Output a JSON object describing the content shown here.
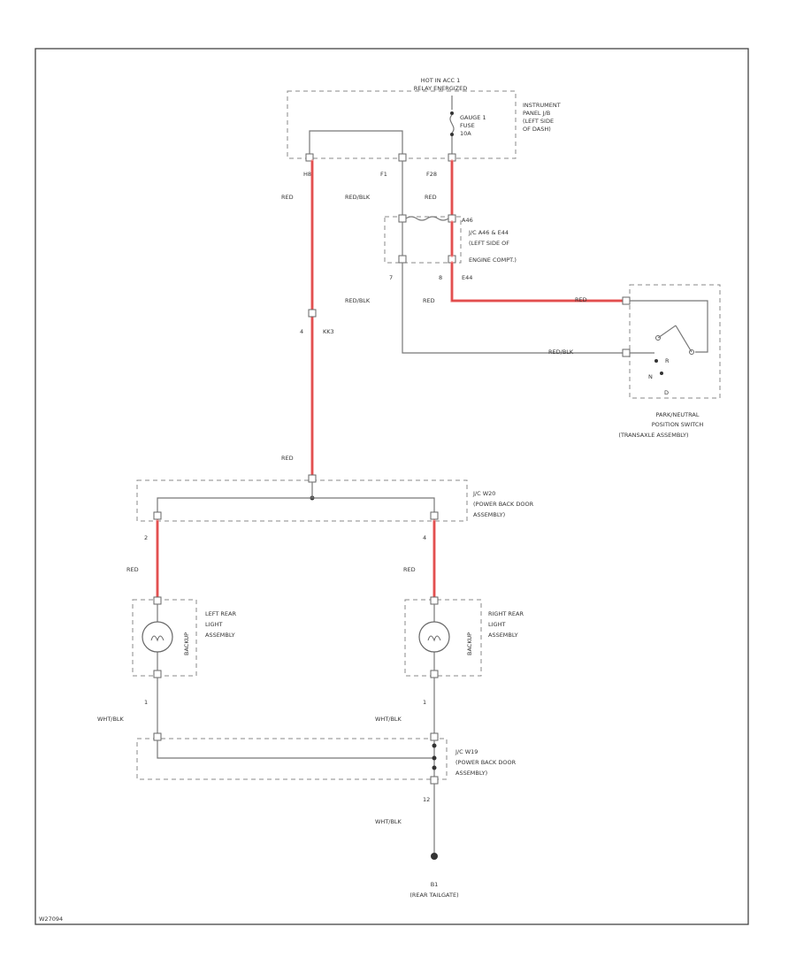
{
  "fuse_block": {
    "line1": "HOT IN ACC 1",
    "line2": "RELAY ENERGIZED",
    "location": [
      "INSTRUMENT",
      "PANEL J/B",
      "(LEFT SIDE",
      "OF DASH)"
    ],
    "fuse": [
      "GAUGE 1",
      "FUSE",
      "10A"
    ]
  },
  "pins": {
    "h8": "H8",
    "f1": "F1",
    "f28": "F28",
    "jc_top": "A46",
    "jc_7": "7",
    "jc_8": "8",
    "e44": "E44",
    "c4": "4",
    "k43": "KK3",
    "w2": "2",
    "w4": "4",
    "lamp_l1": "1",
    "lamp_r1": "1",
    "gnd_12": "12"
  },
  "wires": {
    "red": "RED",
    "red_blk": "RED/BLK",
    "wht_blk": "WHT/BLK"
  },
  "jc_engine": [
    "J/C A46 & E44",
    "(LEFT SIDE OF",
    "ENGINE COMPT.)"
  ],
  "pn_switch": {
    "title": [
      "PARK/NEUTRAL",
      "POSITION SWITCH",
      "(TRANSAXLE ASSEMBLY)"
    ],
    "r": "R",
    "n": "N",
    "d": "D"
  },
  "jc_w20": [
    "J/C W20",
    "(POWER BACK DOOR",
    "ASSEMBLY)"
  ],
  "jc_w19": [
    "J/C W19",
    "(POWER BACK DOOR",
    "ASSEMBLY)"
  ],
  "left_lamp": {
    "name": [
      "LEFT REAR",
      "LIGHT",
      "ASSEMBLY"
    ],
    "side": "BACKUP"
  },
  "right_lamp": {
    "name": [
      "RIGHT REAR",
      "LIGHT",
      "ASSEMBLY"
    ],
    "side": "BACKUP"
  },
  "ground": {
    "id": "B1",
    "location": "(REAR TAILGATE)"
  },
  "footer_code": "W27094"
}
